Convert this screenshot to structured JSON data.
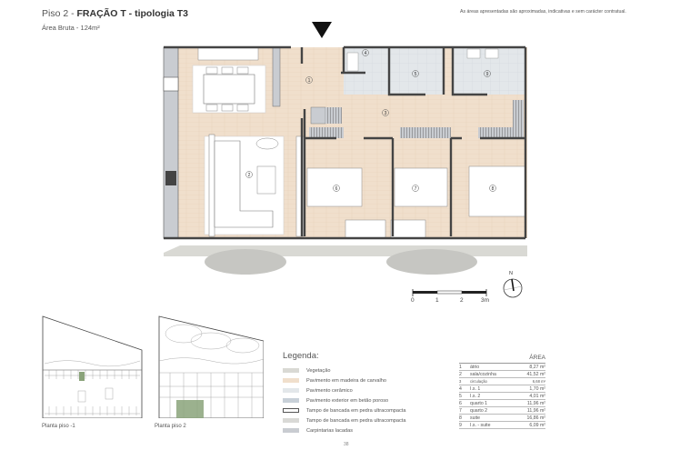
{
  "header": {
    "title_prefix": "Piso 2 - ",
    "title_bold": "FRAÇÃO T - tipologia T3",
    "subtitle": "Área Bruta - 124m²",
    "disclaimer": "As áreas apresentadas são aproximadas, indicativas e sem carácter contratual."
  },
  "plan": {
    "entrance_marker": "entrance-arrow",
    "room_markers": [
      "1",
      "2",
      "3",
      "4",
      "5",
      "6",
      "7",
      "8",
      "9"
    ]
  },
  "scale_bar": {
    "ticks": [
      "0",
      "1",
      "2",
      "3m"
    ]
  },
  "north_arrow": {
    "label": "N"
  },
  "legend": {
    "title": "Legenda:",
    "items": [
      {
        "label": "Vegetação",
        "color": "#d9d9d4"
      },
      {
        "label": "Pavimento em madeira de carvalho",
        "color": "#f0dfcc"
      },
      {
        "label": "Pavimento cerâmico",
        "color": "#e3e7ea"
      },
      {
        "label": "Pavimento exterior em betão poroso",
        "color": "#c8d0d8"
      },
      {
        "label": "Tampo de bancada em pedra ultracompacta",
        "color": "#ffffff"
      },
      {
        "label": "Tampo de bancada em pedra ultracompacta",
        "color": "#d9d9d6"
      },
      {
        "label": "Carpintarias lacadas",
        "color": "#c9ccd1"
      }
    ]
  },
  "area_table": {
    "header": "ÁREA",
    "rows": [
      {
        "num": "1",
        "label": "átrio",
        "value": "8,27 m²"
      },
      {
        "num": "2",
        "label": "sala/cozinha",
        "value": "41,52 m²"
      },
      {
        "num": "3",
        "label": "circulação",
        "value": "6,68 m²"
      },
      {
        "num": "4",
        "label": "I.s. 1",
        "value": "1,70 m²"
      },
      {
        "num": "5",
        "label": "I.s. 2",
        "value": "4,01 m²"
      },
      {
        "num": "6",
        "label": "quarto 1",
        "value": "11,96 m²"
      },
      {
        "num": "7",
        "label": "quarto 2",
        "value": "11,96 m²"
      },
      {
        "num": "8",
        "label": "suite",
        "value": "16,86 m²"
      },
      {
        "num": "9",
        "label": "I.s. - suite",
        "value": "6,09 m²"
      }
    ]
  },
  "key_plans": [
    {
      "label": "Planta piso -1"
    },
    {
      "label": "Planta piso 2"
    }
  ],
  "page_number": "38"
}
